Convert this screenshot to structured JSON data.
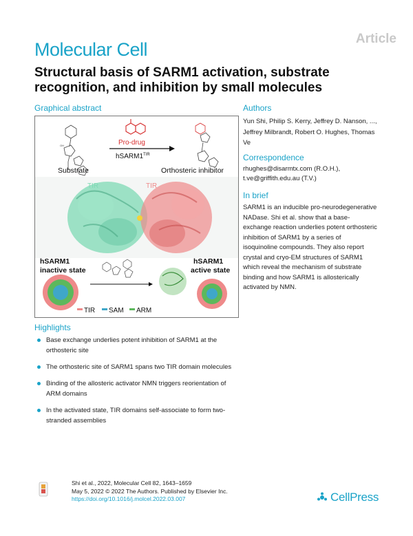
{
  "header": {
    "article_label": "Article",
    "journal": "Molecular Cell",
    "title": "Structural basis of SARM1 activation, substrate recognition, and inhibition by small molecules"
  },
  "graphical_abstract": {
    "heading": "Graphical abstract",
    "labels": {
      "prodrug": "Pro-drug",
      "enzyme": "hSARM1",
      "enzyme_sup": "TIR",
      "substrate": "Substrate",
      "inhibitor": "Orthosteric inhibitor",
      "tir_left": "TIR",
      "tir_right": "TIR",
      "inactive_line1": "hSARM1",
      "inactive_line2": "inactive state",
      "active_line1": "hSARM1",
      "active_line2": "active state",
      "legend_tir": "TIR",
      "legend_sam": "SAM",
      "legend_arm": "ARM"
    },
    "colors": {
      "tir_green": "#7fd9b4",
      "tir_pink": "#ee8a8a",
      "sam_cyan": "#3fa7c9",
      "arm_green": "#5cb85c",
      "prodrug_red": "#d62b2b"
    }
  },
  "authors": {
    "heading": "Authors",
    "text": "Yun Shi, Philip S. Kerry, Jeffrey D. Nanson, ..., Jeffrey Milbrandt, Robert O. Hughes, Thomas Ve"
  },
  "correspondence": {
    "heading": "Correspondence",
    "line1": "rhughes@disarmtx.com (R.O.H.),",
    "line2": "t.ve@griffith.edu.au (T.V.)"
  },
  "in_brief": {
    "heading": "In brief",
    "text": "SARM1 is an inducible pro-neurodegenerative NADase. Shi et al. show that a base-exchange reaction underlies potent orthosteric inhibition of SARM1 by a series of isoquinoline compounds. They also report crystal and cryo-EM structures of SARM1 which reveal the mechanism of substrate binding and how SARM1 is allosterically activated by NMN."
  },
  "highlights": {
    "heading": "Highlights",
    "items": [
      "Base exchange underlies potent inhibition of SARM1 at the orthosteric site",
      "The orthosteric site of SARM1 spans two TIR domain molecules",
      "Binding of the allosteric activator NMN triggers reorientation of ARM domains",
      "In the activated state, TIR domains self-associate to form two-stranded assemblies"
    ]
  },
  "citation": {
    "line1": "Shi et al., 2022, Molecular Cell 82, 1643–1659",
    "line2": "May 5, 2022 © 2022 The Authors. Published by Elsevier Inc.",
    "doi": "https://doi.org/10.1016/j.molcel.2022.03.007"
  },
  "publisher": {
    "name": "CellPress"
  }
}
